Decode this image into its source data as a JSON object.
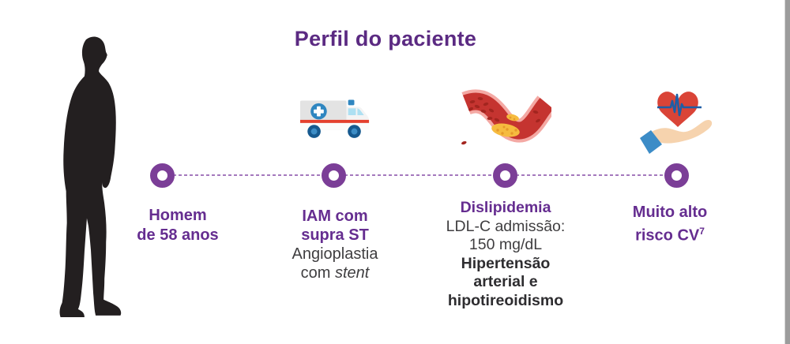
{
  "title": "Perfil do paciente",
  "colors": {
    "title_purple": "#5b2a82",
    "label_purple": "#652d90",
    "ring_purple": "#7b3e97",
    "dash_purple": "#a478bd",
    "body_text": "#3f3e40",
    "ambulance_blue": "#2f86c0",
    "stripe_red": "#e4402e",
    "artery_red": "#c53430",
    "artery_wall_pink": "#f4a9a4",
    "plaque_yellow": "#f6bb3f",
    "heart_red": "#da4437",
    "ekg_blue": "#1e5ea6",
    "hand_skin": "#f6d3ae",
    "sleeve_blue": "#3c8cc7"
  },
  "figure": {
    "icon": "man-silhouette"
  },
  "milestones": [
    {
      "icon": "timeline-dot",
      "label1": "Homem",
      "label2": "de 58 anos"
    },
    {
      "icon": "ambulance-icon",
      "label1": "IAM com",
      "label2": "supra ST",
      "sub1": "Angioplastia",
      "sub2_prefix": "com ",
      "sub2_italic": "stent"
    },
    {
      "icon": "artery-icon",
      "label1": "Dislipidemia",
      "sub1": "LDL-C admissão:",
      "sub2": "150 mg/dL",
      "bold1": "Hipertensão",
      "bold2": "arterial e",
      "bold3": "hipotireoidismo"
    },
    {
      "icon": "heart-in-hand-icon",
      "label1": "Muito alto",
      "label2": "risco CV",
      "label2_sup": "7"
    }
  ]
}
